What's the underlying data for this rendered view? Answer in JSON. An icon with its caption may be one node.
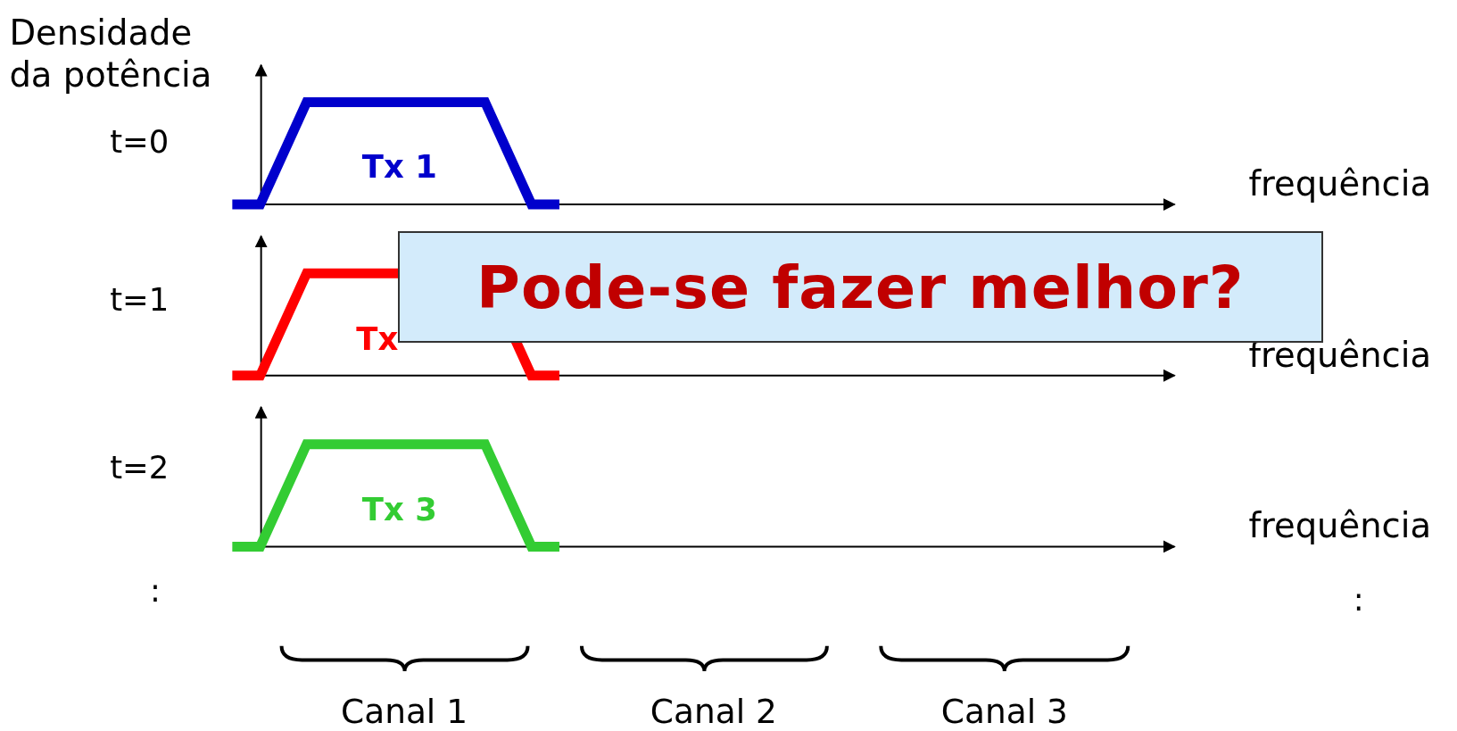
{
  "diagram": {
    "nodes": [
      {
        "text": [
          "Pode-se fazer melhor?"
        ]
      }
    ],
    "labels": [
      "Densidade da potência",
      "t=0",
      "Tx 1",
      "frequência",
      "t=1",
      "Tx",
      "frequência",
      "t=2",
      "Tx 3",
      "frequência",
      ":",
      ":",
      "Canal 1",
      "Canal 2",
      "Canal 3"
    ]
  }
}
